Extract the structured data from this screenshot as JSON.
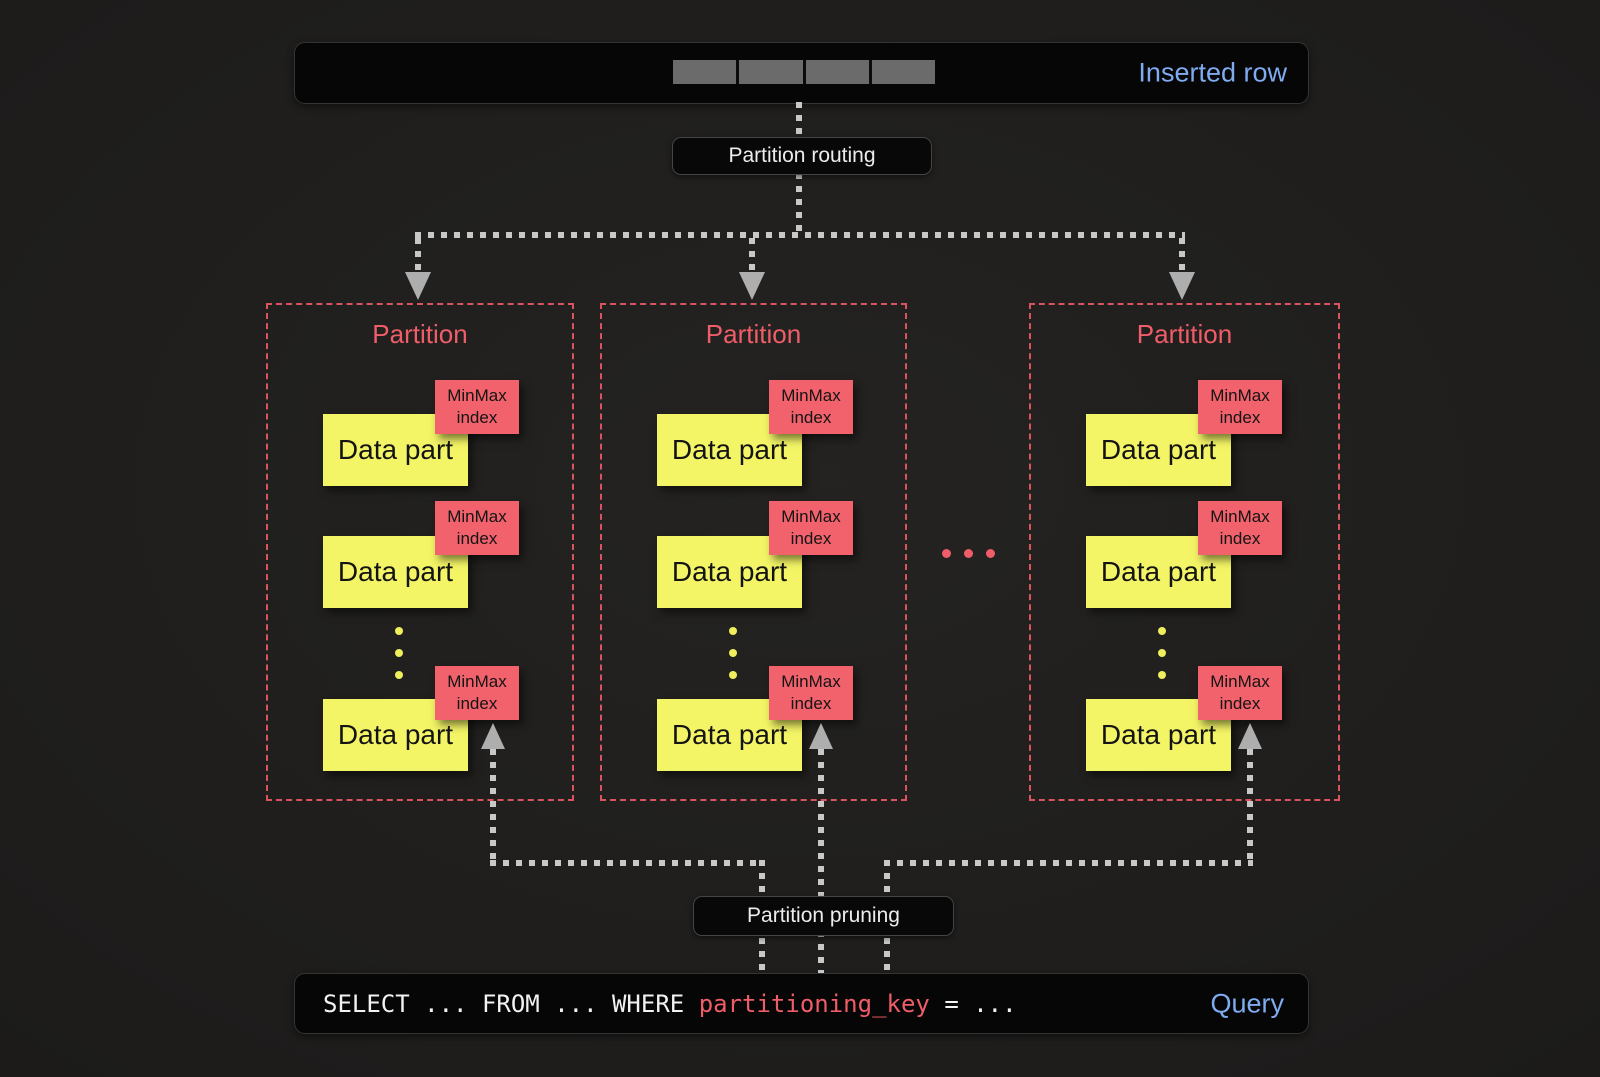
{
  "colors": {
    "accent_blue": "#7fabf1",
    "accent_red": "#ee5d68",
    "sticky_yellow": "#f3f466",
    "sticky_red": "#f2626c",
    "line_gray": "#c8c8c8",
    "partition_border": "#d9545f"
  },
  "inserted_row": {
    "label": "Inserted row",
    "cell_count": 4
  },
  "routing": {
    "label": "Partition routing"
  },
  "pruning": {
    "label": "Partition pruning"
  },
  "partitions": [
    {
      "title": "Partition",
      "parts": [
        {
          "label": "Data part",
          "index_label": "MinMax index"
        },
        {
          "label": "Data part",
          "index_label": "MinMax index"
        },
        {
          "label": "Data part",
          "index_label": "MinMax index"
        }
      ]
    },
    {
      "title": "Partition",
      "parts": [
        {
          "label": "Data part",
          "index_label": "MinMax index"
        },
        {
          "label": "Data part",
          "index_label": "MinMax index"
        },
        {
          "label": "Data part",
          "index_label": "MinMax index"
        }
      ]
    },
    {
      "title": "Partition",
      "parts": [
        {
          "label": "Data part",
          "index_label": "MinMax index"
        },
        {
          "label": "Data part",
          "index_label": "MinMax index"
        },
        {
          "label": "Data part",
          "index_label": "MinMax index"
        }
      ]
    }
  ],
  "query": {
    "pre": "SELECT ... FROM ... WHERE ",
    "key": "partitioning_key",
    "post": " = ...",
    "label": "Query"
  }
}
